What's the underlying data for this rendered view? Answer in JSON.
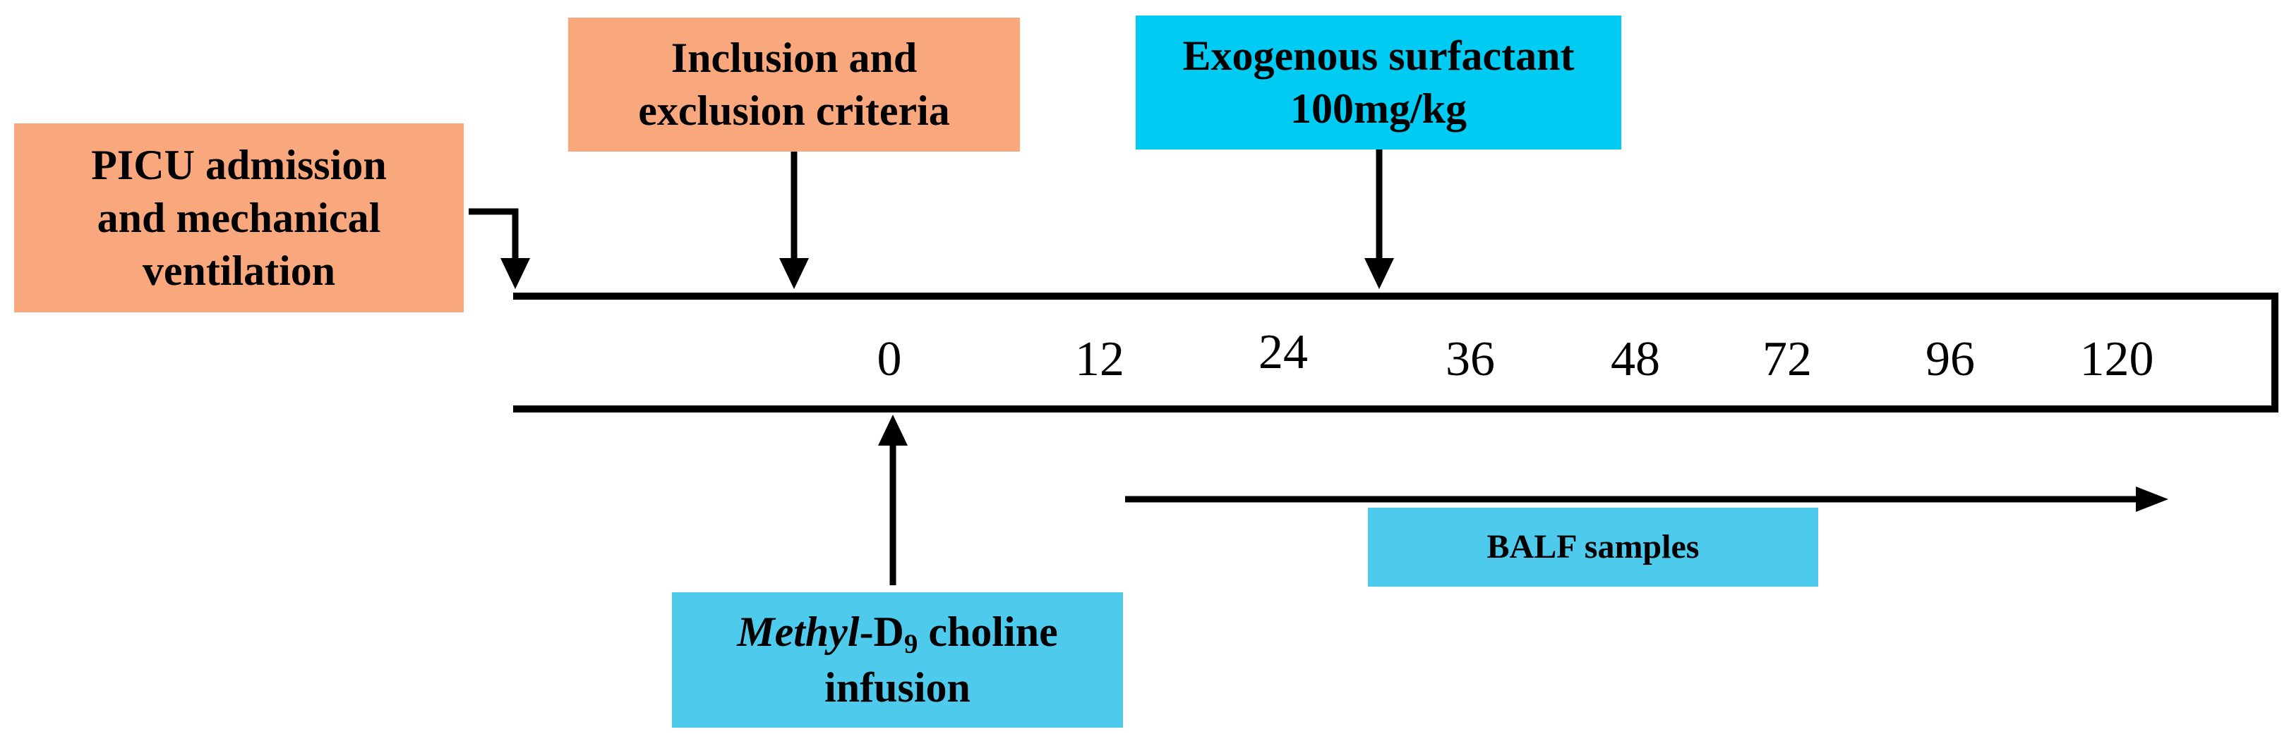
{
  "boxes": {
    "picu": {
      "line1": "PICU admission",
      "line2": "and mechanical",
      "line3": "ventilation",
      "color": "#f9a87e"
    },
    "criteria": {
      "line1": "Inclusion and",
      "line2": "exclusion criteria",
      "color": "#f9a87e"
    },
    "surfactant": {
      "line1": "Exogenous surfactant",
      "line2": "100mg/kg",
      "color": "#00cbf2"
    },
    "choline": {
      "italic": "Methyl",
      "prefix": "-D",
      "subscript": "9",
      "suffix": " choline",
      "line2": "infusion",
      "color": "#4ecbec"
    },
    "balf": {
      "label": "BALF samples",
      "color": "#4ecbec"
    }
  },
  "timeline": {
    "ticks": [
      "0",
      "12",
      "24",
      "36",
      "48",
      "72",
      "96",
      "120"
    ]
  }
}
